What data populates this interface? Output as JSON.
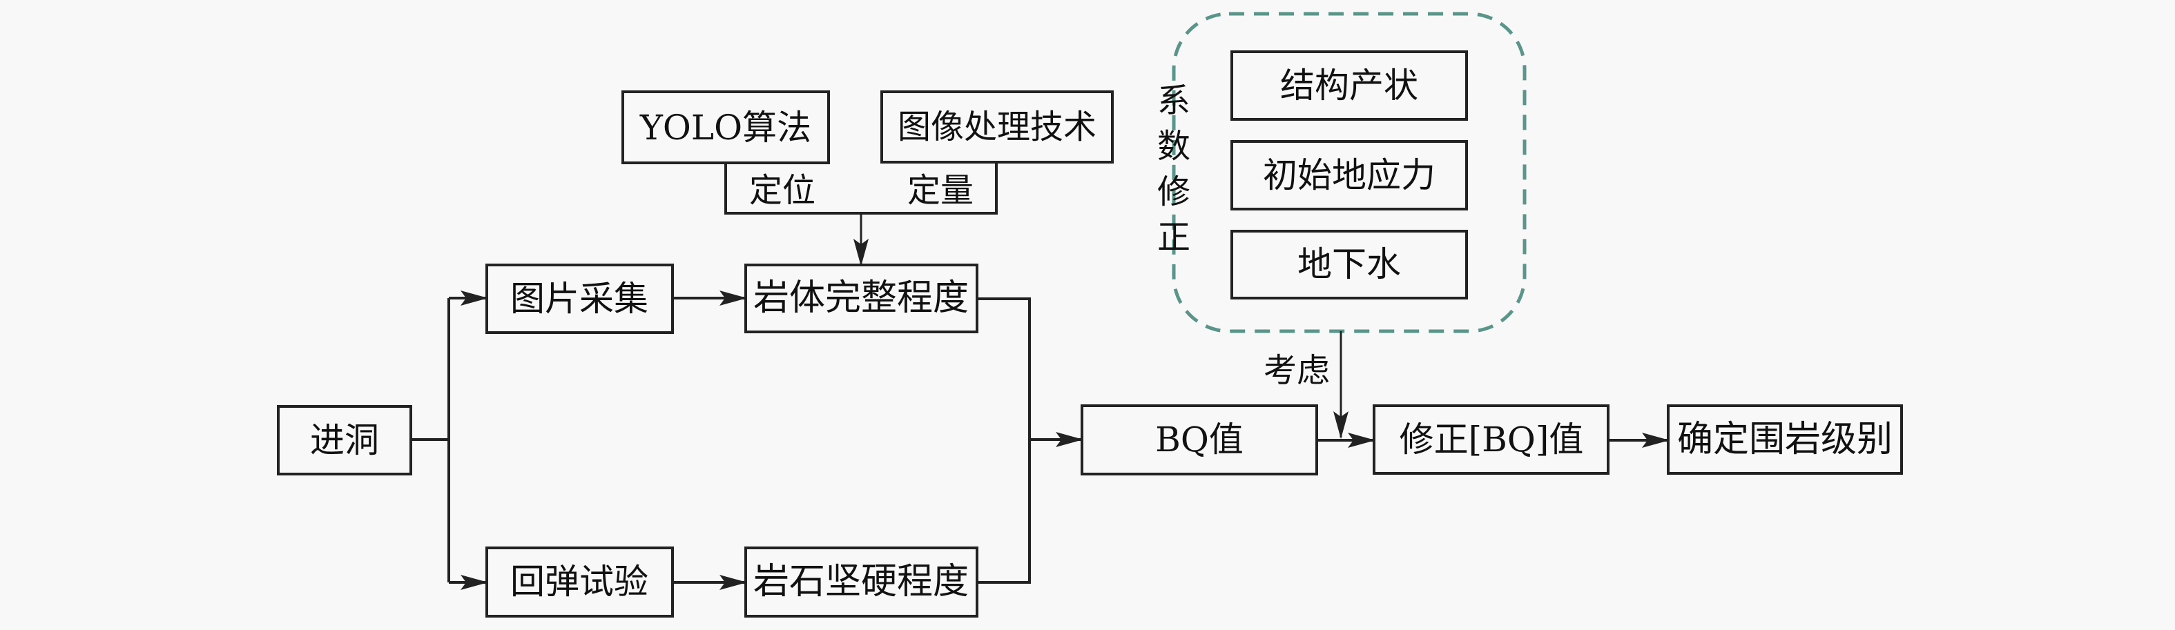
{
  "diagram": {
    "type": "flowchart",
    "nodes": {
      "enter_tunnel": "进洞",
      "image_capture": "图片采集",
      "rebound_test": "回弹试验",
      "yolo": "YOLO算法",
      "image_processing": "图像处理技术",
      "rock_mass_integrity": "岩体完整程度",
      "rock_hardness": "岩石坚硬程度",
      "bq_value": "BQ值",
      "corrected_bq": "修正[BQ]值",
      "rock_grade": "确定围岩级别",
      "structure_attitude": "结构产状",
      "initial_stress": "初始地应力",
      "groundwater": "地下水"
    },
    "edge_labels": {
      "locate": "定位",
      "quantify": "定量",
      "consider": "考虑"
    },
    "group": {
      "label_chars": [
        "系",
        "数",
        "修",
        "正"
      ],
      "label": "系数修正",
      "border_color": "#5a958a"
    },
    "edges": [
      {
        "from": "进洞",
        "to": "图片采集"
      },
      {
        "from": "进洞",
        "to": "回弹试验"
      },
      {
        "from": "图片采集",
        "to": "岩体完整程度"
      },
      {
        "from": "回弹试验",
        "to": "岩石坚硬程度"
      },
      {
        "from": "YOLO算法",
        "to": "岩体完整程度",
        "label": "定位"
      },
      {
        "from": "图像处理技术",
        "to": "岩体完整程度",
        "label": "定量"
      },
      {
        "from": "岩体完整程度",
        "to": "BQ值"
      },
      {
        "from": "岩石坚硬程度",
        "to": "BQ值"
      },
      {
        "from": "BQ值",
        "to": "修正[BQ]值"
      },
      {
        "from": "系数修正",
        "to": "修正[BQ]值",
        "label": "考虑"
      },
      {
        "from": "修正[BQ]值",
        "to": "确定围岩级别"
      }
    ]
  }
}
